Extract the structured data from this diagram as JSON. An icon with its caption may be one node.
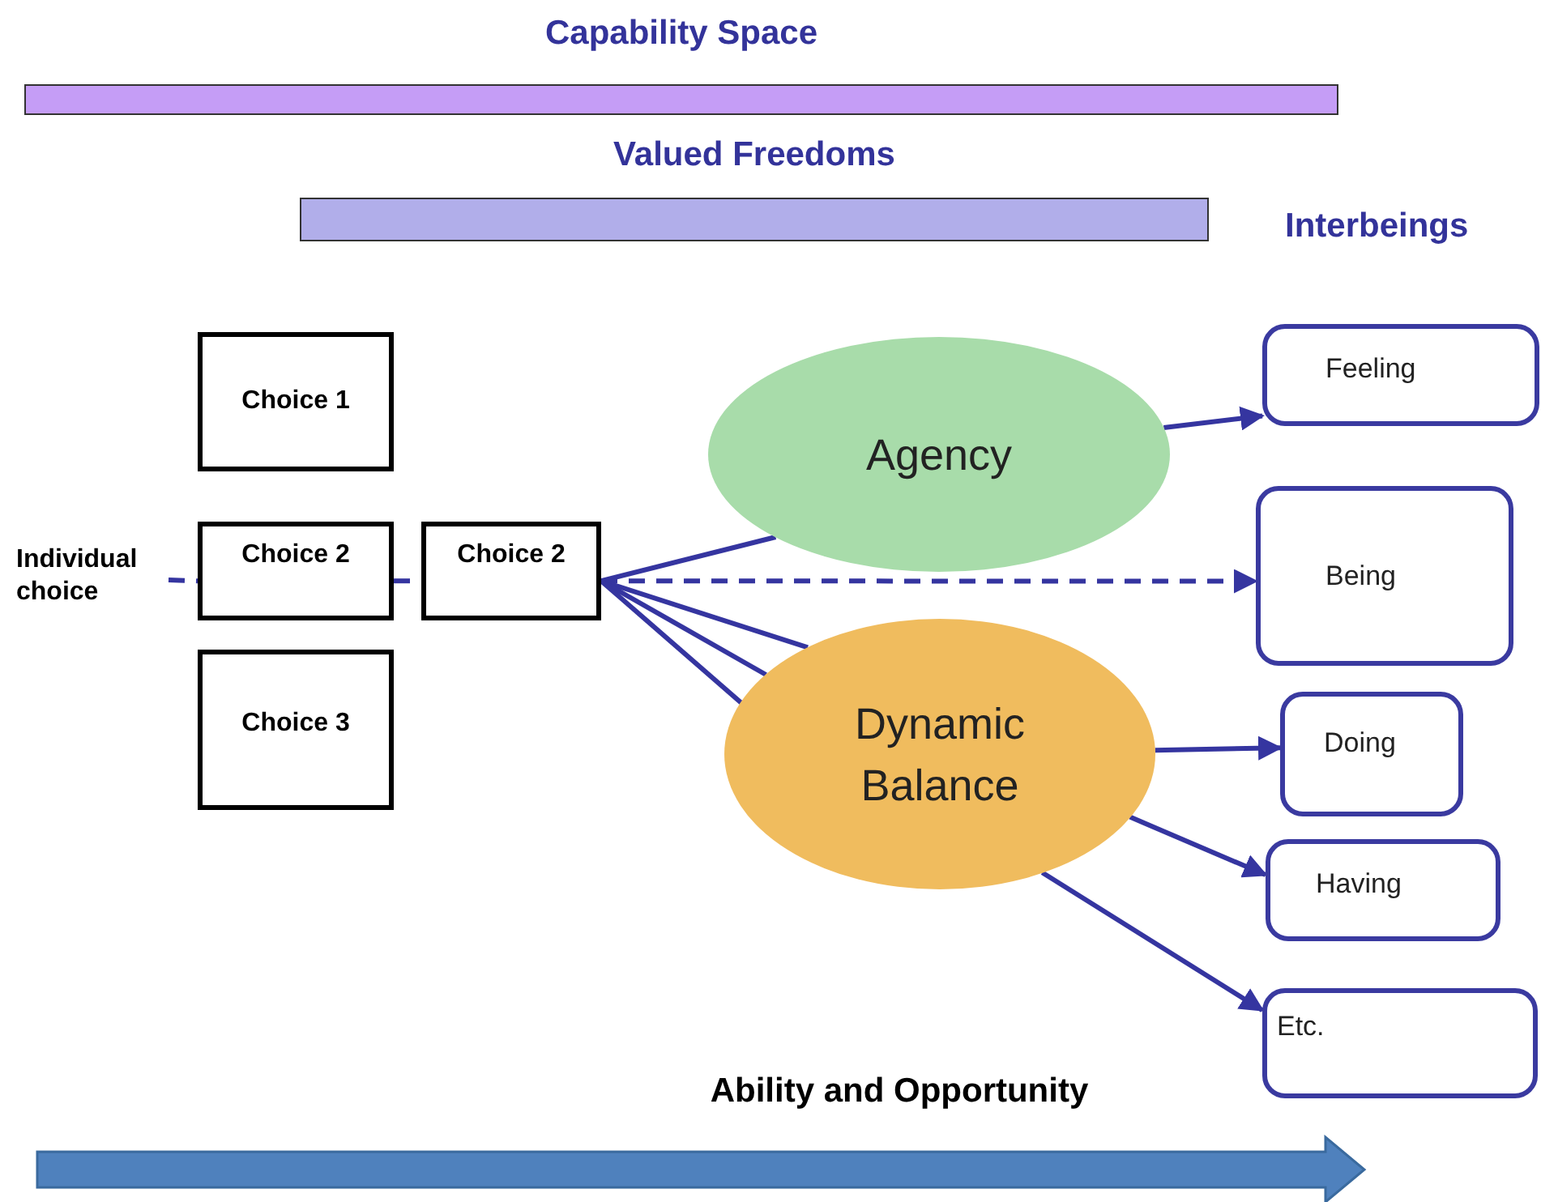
{
  "diagram": {
    "nodes": [
      {
        "text": [
          "Capability Space"
        ]
      },
      {
        "text": [
          "Valued Freedoms"
        ]
      },
      {
        "text": [
          "Choice 1"
        ]
      },
      {
        "text": [
          "Individual choice"
        ]
      },
      {
        "text": [
          "Choice 2"
        ]
      },
      {
        "text": [
          "Choice 2"
        ]
      },
      {
        "text": [
          "Choice 3"
        ]
      },
      {
        "text": [
          "Agency"
        ]
      },
      {
        "text": [
          "Dynamic Balance"
        ]
      },
      {
        "text": [
          "Feeling"
        ]
      },
      {
        "text": [
          "Being"
        ]
      },
      {
        "text": [
          "Doing"
        ]
      },
      {
        "text": [
          "Having"
        ]
      },
      {
        "text": [
          "Etc."
        ]
      }
    ],
    "edges": [
      {
        "from": 3,
        "to": 4,
        "arrow": "none",
        "style": "dashed"
      },
      {
        "from": 4,
        "to": 5,
        "arrow": "none",
        "style": "dashed"
      },
      {
        "from": 5,
        "to": 7,
        "arrow": "none"
      },
      {
        "from": 7,
        "to": 9,
        "arrow": "to"
      },
      {
        "from": 5,
        "to": 10,
        "arrow": "to",
        "style": "dashed"
      },
      {
        "from": 5,
        "to": 8,
        "arrow": "none"
      },
      {
        "from": 5,
        "to": 8,
        "arrow": "none"
      },
      {
        "from": 5,
        "to": 8,
        "arrow": "none"
      },
      {
        "from": 8,
        "to": 11,
        "arrow": "to"
      },
      {
        "from": 8,
        "to": 12,
        "arrow": "to"
      },
      {
        "from": 8,
        "to": 13,
        "arrow": "to"
      }
    ],
    "labels": [
      "Interbeings",
      "Ability and Opportunity"
    ]
  }
}
